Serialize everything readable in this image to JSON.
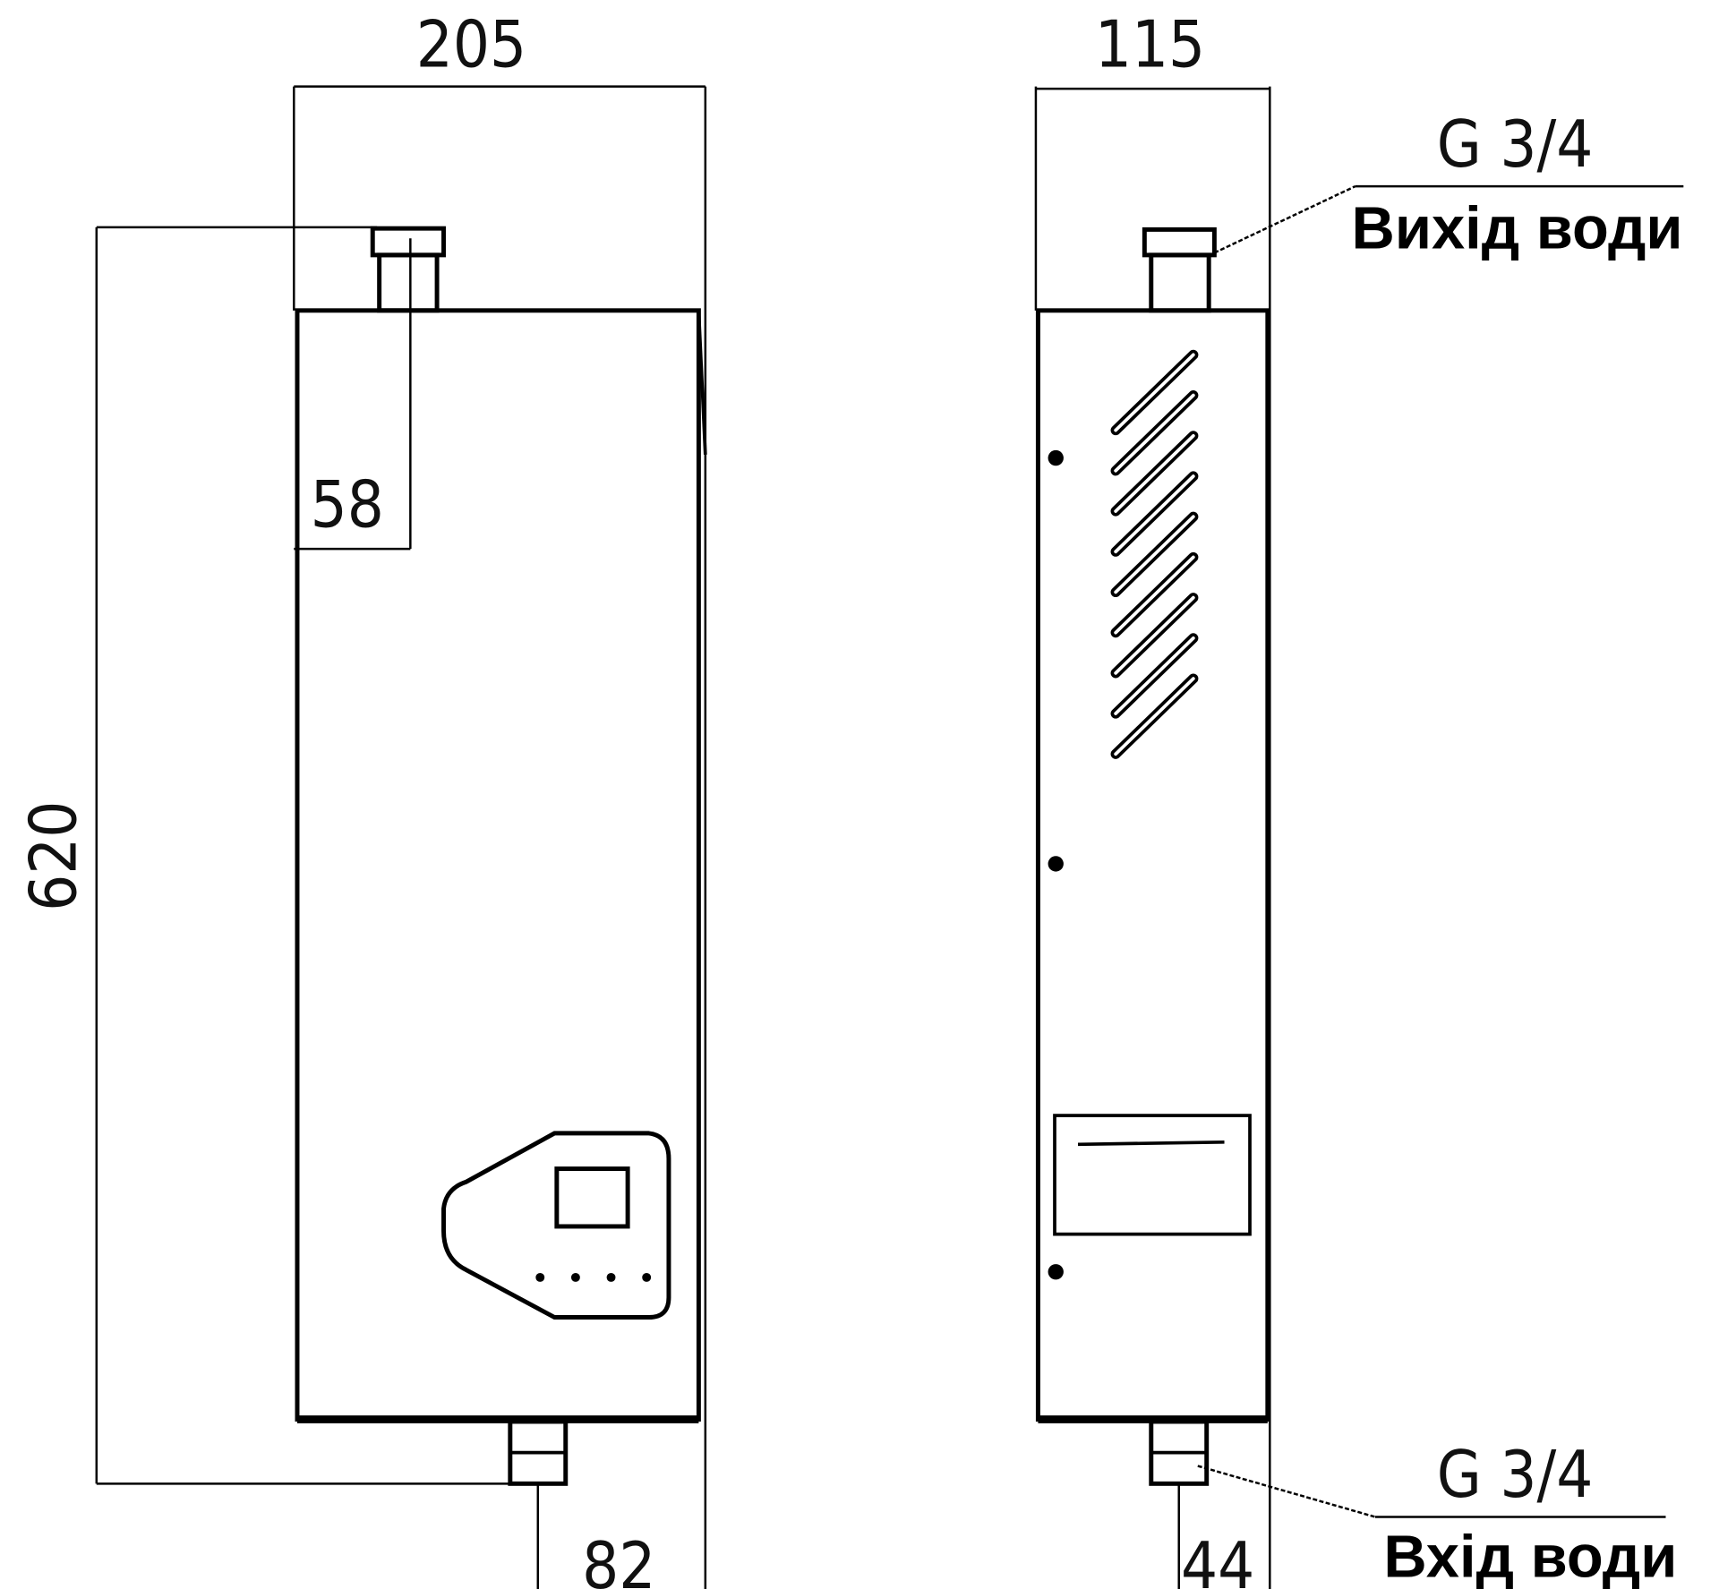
{
  "front_view": {
    "width_dim": "205",
    "height_dim": "620",
    "top_pipe_offset_dim": "58",
    "bottom_pipe_offset_dim": "82"
  },
  "side_view": {
    "depth_dim": "115",
    "bottom_pipe_offset_dim": "44",
    "outlet": {
      "thread": "G 3/4",
      "label": "Вихід води"
    },
    "inlet": {
      "thread": "G 3/4",
      "label": "Вхід води"
    }
  }
}
